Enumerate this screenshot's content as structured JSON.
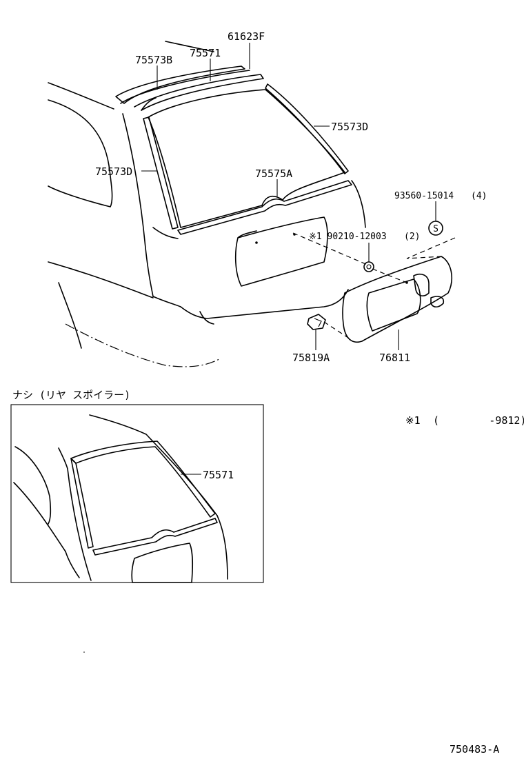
{
  "labels": {
    "p61623F": "61623F",
    "p75571_top": "75571",
    "p75573B": "75573B",
    "p75573D_right": "75573D",
    "p75573D_left": "75573D",
    "p75575A": "75575A",
    "p93560": "93560-15014",
    "p93560_qty": "(4)",
    "screw_symbol": "S",
    "p90210": "※1 90210-12003",
    "p90210_qty": "(2)",
    "p75819A": "75819A",
    "p76811": "76811",
    "inset_title": "ナシ (リヤ スポイラー)",
    "p75571_inset": "75571",
    "footnote_mark": "※1",
    "footnote_range": "(        -9812)",
    "diagram_id": "750483-A"
  }
}
